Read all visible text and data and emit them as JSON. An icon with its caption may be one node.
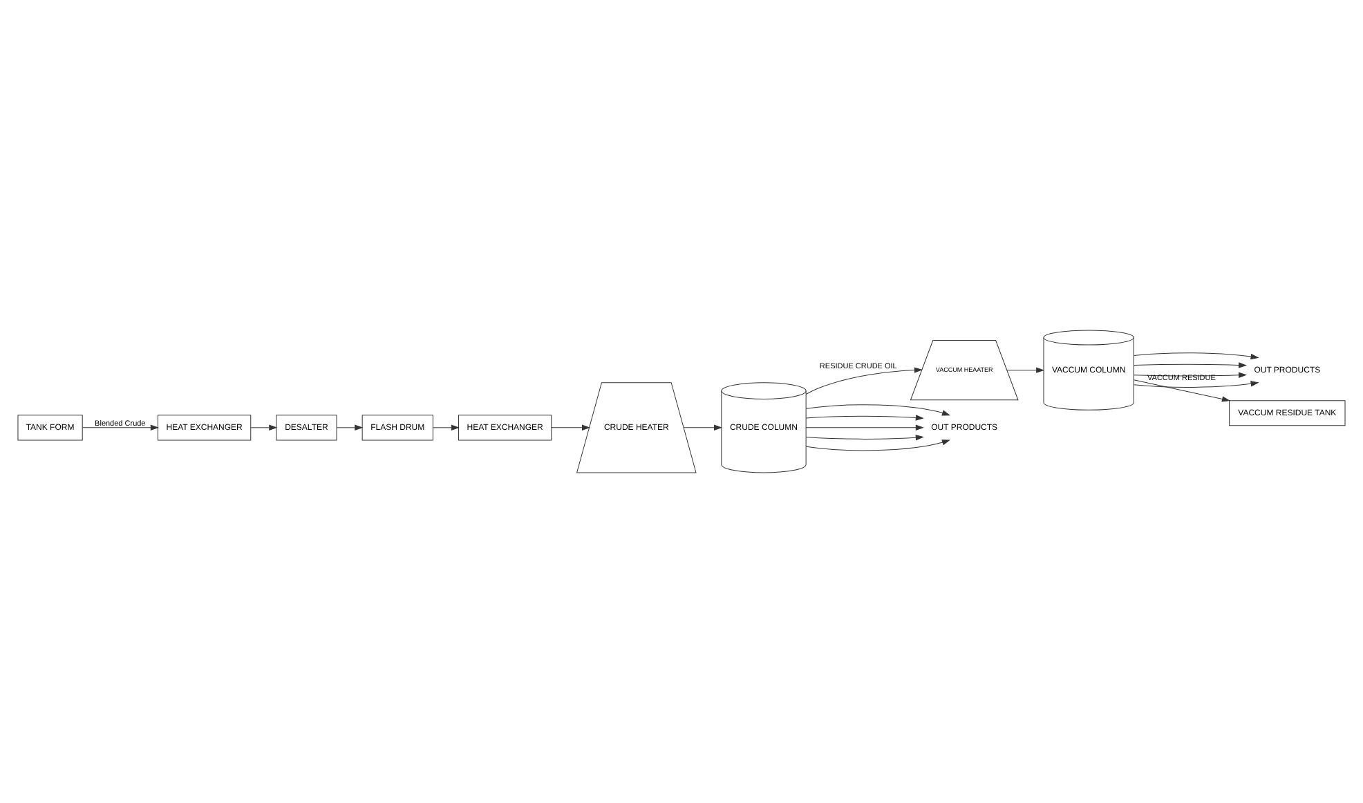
{
  "diagram": {
    "nodes": [
      {
        "text": [
          "TANK FORM"
        ]
      },
      {
        "text": [
          "HEAT EXCHANGER"
        ]
      },
      {
        "text": [
          "DESALTER"
        ]
      },
      {
        "text": [
          "FLASH DRUM"
        ]
      },
      {
        "text": [
          "HEAT EXCHANGER"
        ]
      },
      {
        "text": [
          "OUT PRODUCTS"
        ]
      },
      {
        "text": [
          "VACCUM COLUMN"
        ]
      },
      {
        "text": [
          "VACCUM HEAATER"
        ]
      },
      {
        "text": [
          "OUT PRODUCTS"
        ]
      },
      {
        "text": [
          "CRUDE COLUMN"
        ]
      },
      {
        "text": [
          "CRUDE HEATER"
        ]
      },
      {
        "text": [
          "VACCUM RESIDUE TANK"
        ]
      }
    ],
    "edges": [
      {
        "from": 0,
        "to": 1,
        "arrow": "to",
        "label": "Blended Crude"
      },
      {
        "from": 1,
        "to": 2,
        "arrow": "to"
      },
      {
        "from": 2,
        "to": 3,
        "arrow": "to"
      },
      {
        "from": 3,
        "to": 4,
        "arrow": "to"
      },
      {
        "from": 4,
        "to": 10,
        "arrow": "to"
      },
      {
        "from": 10,
        "to": 9,
        "arrow": "to"
      },
      {
        "from": 9,
        "to": 8,
        "arrow": "to"
      },
      {
        "from": 9,
        "to": 8,
        "arrow": "to"
      },
      {
        "from": 9,
        "to": 8,
        "arrow": "to"
      },
      {
        "from": 9,
        "to": 8,
        "arrow": "to"
      },
      {
        "from": 9,
        "to": 8,
        "arrow": "to"
      },
      {
        "from": 9,
        "to": 7,
        "arrow": "to",
        "label": "RESIDUE CRUDE OIL"
      },
      {
        "from": 7,
        "to": 6,
        "arrow": "to"
      },
      {
        "from": 6,
        "to": 5,
        "arrow": "to"
      },
      {
        "from": 6,
        "to": 5,
        "arrow": "to"
      },
      {
        "from": 6,
        "to": 5,
        "arrow": "to"
      },
      {
        "from": 6,
        "to": 5,
        "arrow": "to"
      },
      {
        "from": 6,
        "to": 11,
        "arrow": "to",
        "label": "VACCUM RESIDUE"
      }
    ]
  }
}
